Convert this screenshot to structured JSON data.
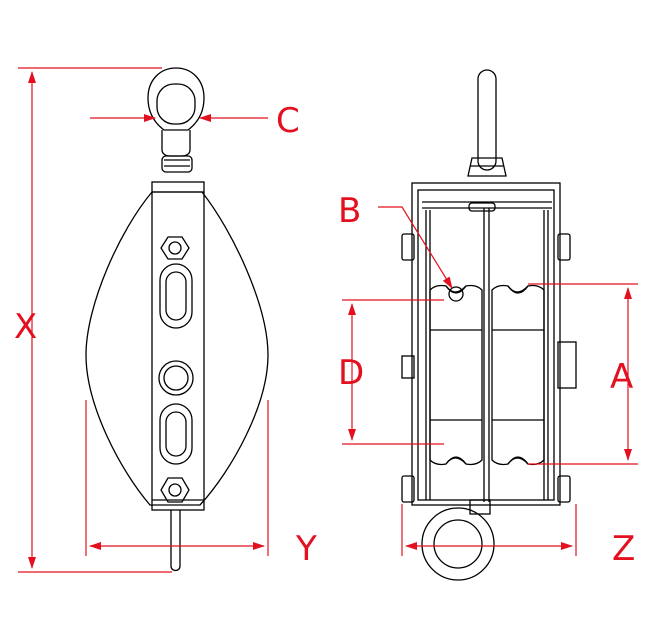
{
  "labels": {
    "x": "X",
    "y": "Y",
    "c": "C",
    "b": "B",
    "d": "D",
    "a": "A",
    "z": "Z"
  },
  "colors": {
    "outline": "#000000",
    "dimension": "#e3101f",
    "background": "#ffffff"
  }
}
